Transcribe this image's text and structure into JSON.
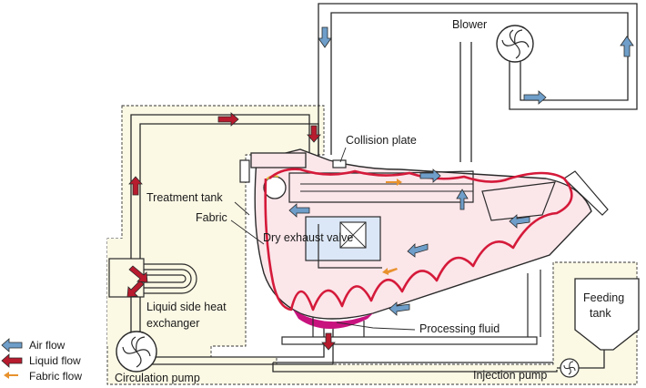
{
  "labels": {
    "blower": "Blower",
    "collision_plate": "Collision plate",
    "treatment_tank": "Treatment tank",
    "fabric": "Fabric",
    "dry_exhaust_valve": "Dry exhaust valve",
    "liquid_side_heat_exchanger_line1": "Liquid side heat",
    "liquid_side_heat_exchanger_line2": "exchanger",
    "processing_fluid": "Processing fluid",
    "feeding_tank_line1": "Feeding",
    "feeding_tank_line2": "tank",
    "circulation_pump": "Circulation pump",
    "injection_pump": "Injection pump"
  },
  "legend": {
    "items": [
      {
        "label": "Air flow",
        "color": "#6e9ec9"
      },
      {
        "label": "Liquid flow",
        "color": "#b81b2e"
      },
      {
        "label": "Fabric flow",
        "color": "#e8922e"
      }
    ]
  },
  "colors": {
    "tank_fill": "#fbe6ea",
    "zone_fill": "#fbf8e4",
    "fabric": "#d51a3a",
    "fluid": "#c8127e",
    "air_arrow": "#6e9ec9",
    "liquid_arrow": "#b81b2e",
    "fabric_arrow": "#e8922e"
  }
}
